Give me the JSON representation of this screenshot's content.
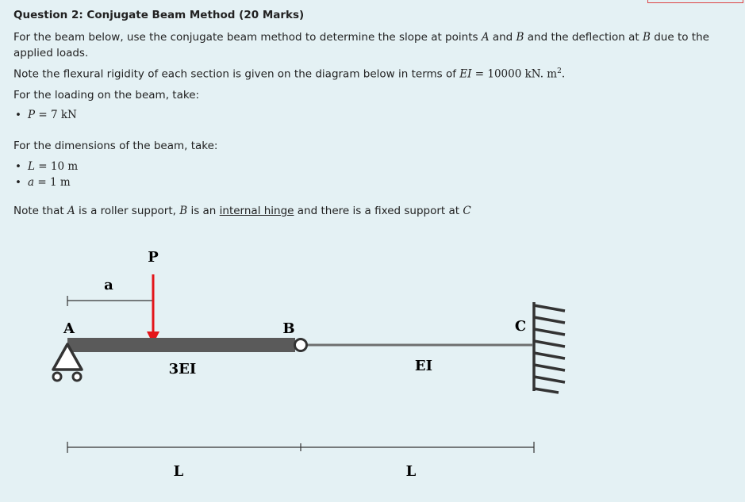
{
  "heading": "Question 2: Conjugate Beam Method (20 Marks)",
  "intro": {
    "before": "For the beam below, use the conjugate beam method to determine the slope at points ",
    "point_a": "A",
    "and1": " and ",
    "point_b": "B",
    "middle": " and the deflection at ",
    "point_b2": "B",
    "after": " due to the applied loads."
  },
  "rigidity_note": {
    "text": "Note the flexural rigidity of each section is given on the diagram below in terms of ",
    "symbol": "EI",
    "value": " = 10000 kN. m",
    "exponent": "2",
    "end": "."
  },
  "loading_intro": "For the loading on the beam, take:",
  "loading_items": [
    {
      "bullet": "•",
      "symbol": "P",
      "value": " = 7 kN"
    }
  ],
  "dimensions_intro": "For the dimensions of the beam, take:",
  "dimension_items": [
    {
      "bullet": "•",
      "symbol": "L",
      "value": " = 10 m"
    },
    {
      "bullet": "•",
      "symbol": "a",
      "value": " = 1 m"
    }
  ],
  "support_note": {
    "before": "Note that ",
    "a": "A",
    "mid1": " is a roller support, ",
    "b": "B",
    "mid2": " is an ",
    "link": "internal hinge",
    "mid3": " and there is a fixed support at ",
    "c": "C"
  },
  "diagram": {
    "load_label": "P",
    "dim_a_label": "a",
    "point_a": "A",
    "point_b": "B",
    "point_c": "C",
    "left_rigidity": "3EI",
    "right_rigidity": "EI",
    "span_left": "L",
    "span_right": "L",
    "colors": {
      "thick_beam": "#5a5a5a",
      "thin_beam": "#6e6e6e",
      "load_arrow": "#e3151a",
      "line": "#333333"
    }
  }
}
